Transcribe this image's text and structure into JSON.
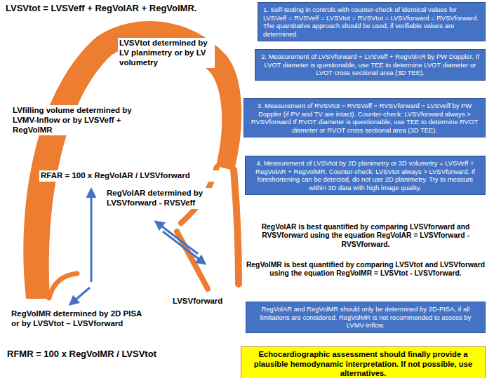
{
  "diagram": {
    "nodes": [
      {
        "text": [
          "1. Self-testing in controls with counter-check of identical values for LVSVeff = RVSVeff = LVSVtot = RVSVtot = LVSVforward = RVSVforward. The quantitative approach should be used, if verifiable values are determined."
        ]
      },
      {
        "text": [
          "2. Measurement of LVSVforward = LVSVeff + RegVolAR by PW Doppler. If LVOT diameter is questionable, use TEE to determine LVOT diameter or LVOT cross sectional area (3D TEE)."
        ]
      },
      {
        "text": [
          "3. Measurement of RVSVtot = RVSVeff = RVSVforward = LVSVeff by PW Doppler (if PV and TV are intact). Counter-check: LVSVforward always > RVSVforward If RVOT diameter is questionable, use TEE to determine RVOT diameter or RVOT cross sectional area (3D TEE)."
        ]
      },
      {
        "text": [
          "4. Measurement of LVSVtot by 2D planimetry or 3D volumetry = LVSVeff + RegVolAR + RegVolMR. Counter-check: LVSVtot always > LVSVforward. If foreshortening can be detected, do not use 2D planimetry. Try to measure within 3D data with high image quality."
        ]
      },
      {
        "text": [
          "RegVolAR and RegVolMR should only be determined by 2D-PISA, if all limitations are considered. RegVolMR is not recommended to assess by LVMV-Inflow."
        ]
      },
      {
        "text": [
          "Echocardiographic assessment should finally provide a plausible hemodynamic interpretation. If not possible, use alternatives."
        ]
      }
    ],
    "labels": [
      "LVSVtot = LVSVeff + RegVolAR + RegVolMR.",
      "LVSVtot determined by LV planimetry or by LV volumetry",
      "LVfilling volume determined by LVMV-Inflow or by LVSVeff + RegVolMR",
      "RFAR = 100 x RegVolAR / LVSVforward",
      "RegVolAR determined by LVSVforward - RVSVeff",
      "LVSVforward",
      "RegVolMR determined by 2D PISA or by LVSVtot – LVSVforward",
      "RFMR = 100 x RegVolMR / LVSVtot",
      "RegVolAR is best quantified by comparing LVSVforward and RVSVforward using the equation RegVolAR = LVSVforward - RVSVforward.",
      "RegVolMR is best quantified by comparing LVSVtot and LVSVforward using the equation RegVolMR = LVSVtot - LVSVforward."
    ]
  }
}
